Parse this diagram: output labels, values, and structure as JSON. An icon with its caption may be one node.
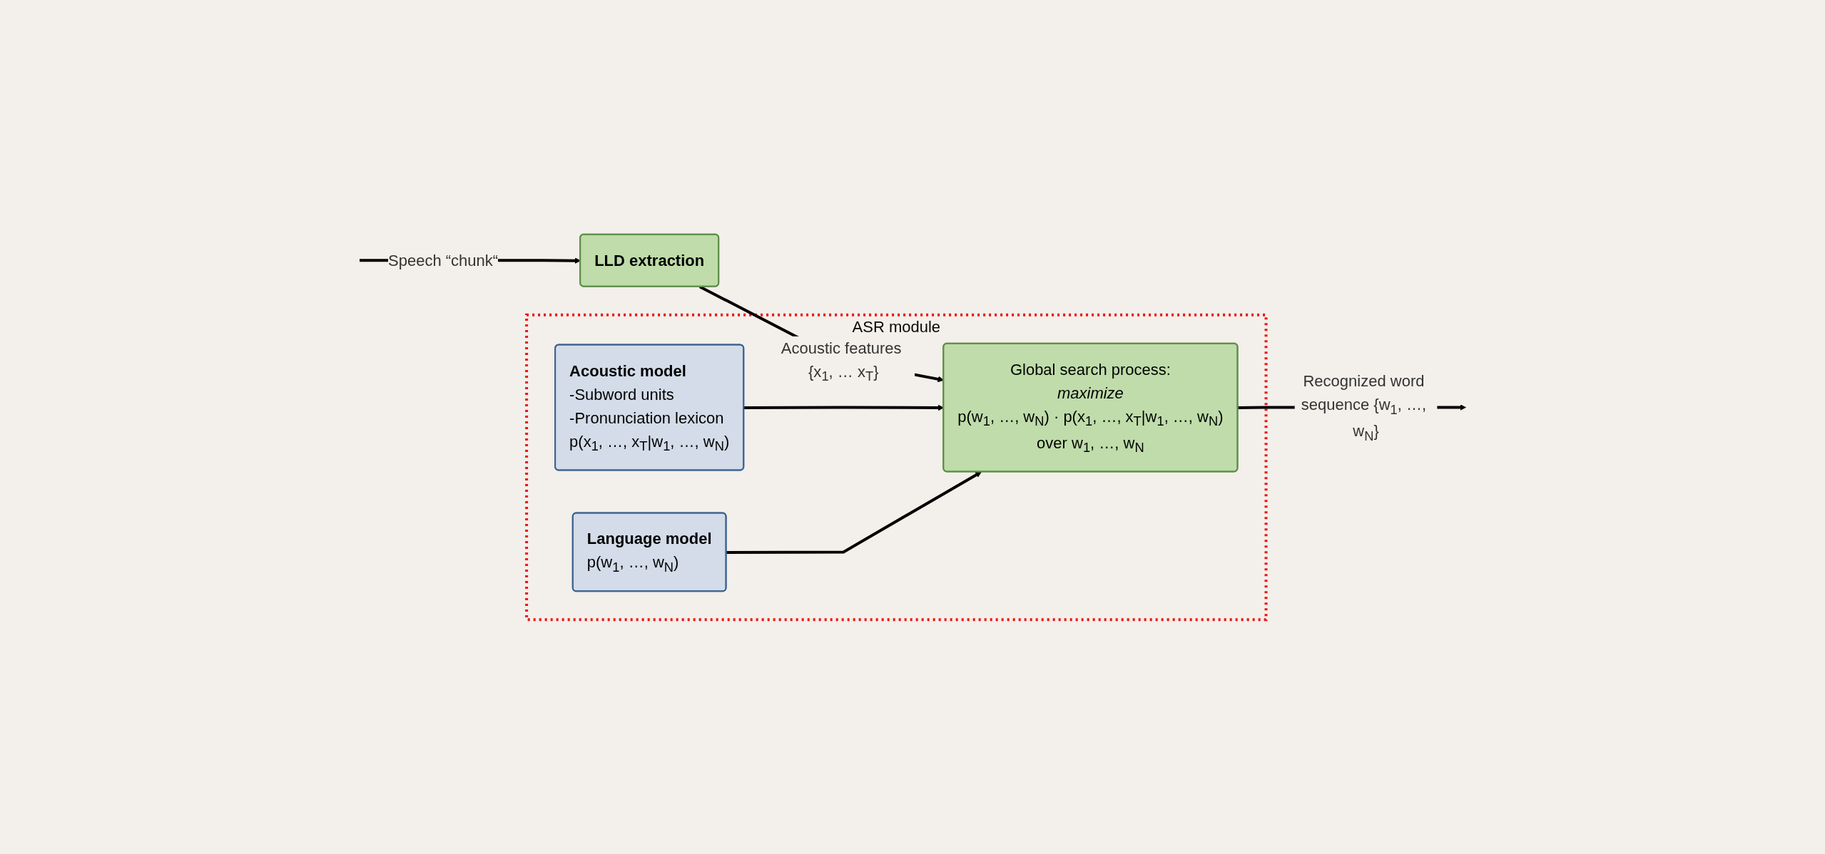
{
  "diagram": {
    "nodes": [
      {
        "text": [
          "ASR module"
        ]
      },
      {
        "text": [
          "LLD extraction"
        ]
      },
      {
        "text": [
          "Global search process:",
          "maximize",
          "p(w$_{1}$, …, w$_{N}$) · p(x$_{1}$, …, x$_{T}$|w$_{1}$, …, w$_{N}$)",
          "over w$_{1}$, …, w$_{N}$"
        ],
        "in": 0
      },
      {
        "text": [
          "Acoustic model",
          "-Subword units",
          "-Pronunciation lexicon",
          "p(x$_{1}$, …, x$_{T}$|w$_{1}$, …, w$_{N}$)"
        ],
        "in": 0
      },
      {
        "text": [
          "Language model",
          "p(w$_{1}$, …, w$_{N}$)"
        ],
        "in": 0
      }
    ],
    "edges": [
      {
        "from": null,
        "to": 1,
        "arrow": "to",
        "label": "Speech “chunk“"
      },
      {
        "from": 1,
        "to": 2,
        "arrow": "to",
        "label": "Acoustic features {x$_{1}$, … x$_{T}$}"
      },
      {
        "from": 2,
        "to": null,
        "arrow": "to",
        "label": "Recognized word sequence {w$_{1}$, …, w$_{N}$}"
      },
      {
        "from": 3,
        "to": 2,
        "arrow": "to"
      },
      {
        "from": 4,
        "to": 2,
        "arrow": "to"
      }
    ]
  }
}
